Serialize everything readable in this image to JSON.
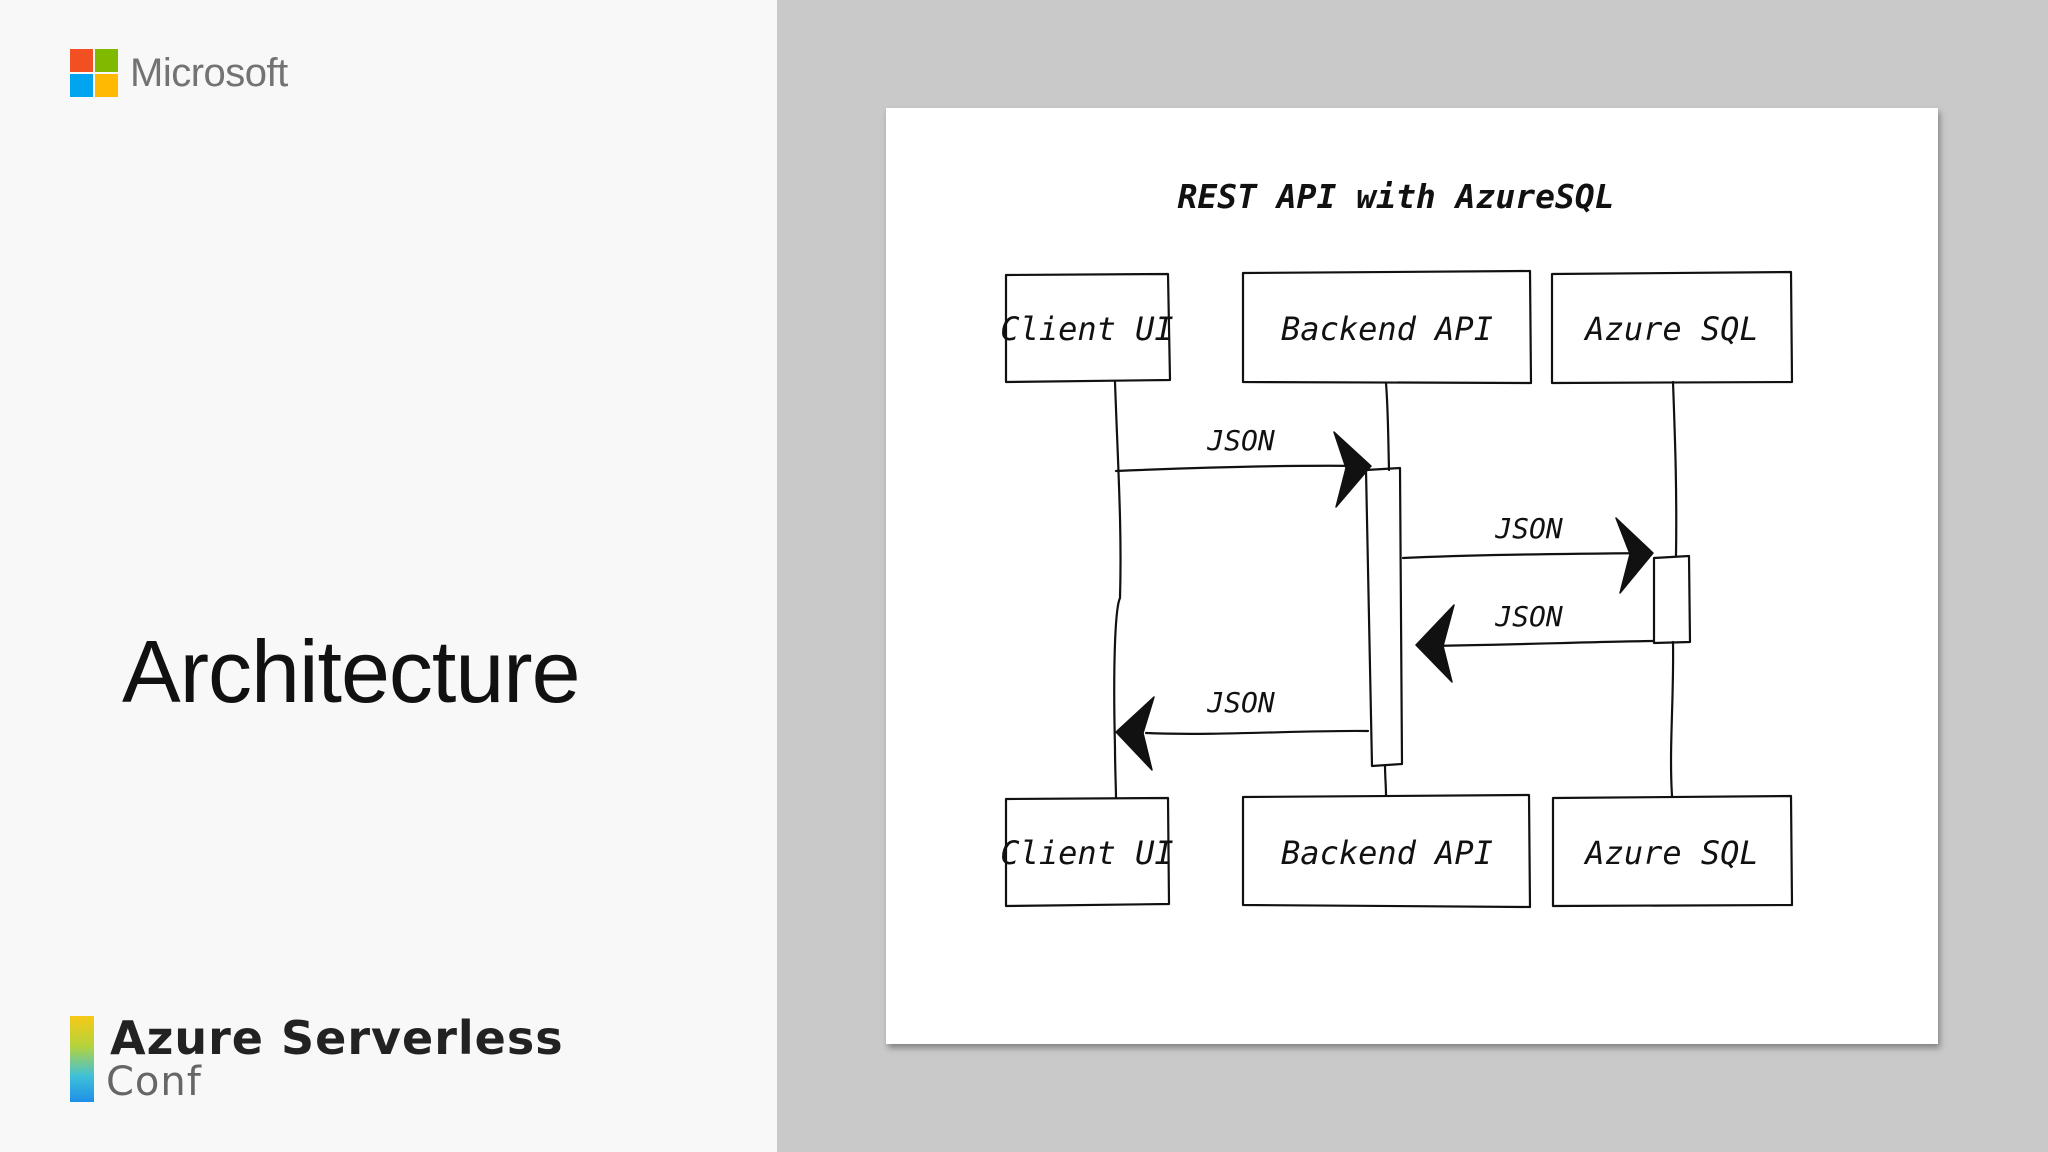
{
  "brand": {
    "company_name": "Microsoft",
    "logo_colors": [
      "#f25022",
      "#7fba00",
      "#00a4ef",
      "#ffb900"
    ]
  },
  "slide": {
    "title": "Architecture"
  },
  "conference": {
    "name_main": "Azure Serverless",
    "name_sub": "Conf"
  },
  "diagram": {
    "title": "REST API with AzureSQL",
    "participants": [
      "Client UI",
      "Backend API",
      "Azure SQL"
    ],
    "messages": [
      {
        "from": "Client UI",
        "to": "Backend API",
        "label": "JSON"
      },
      {
        "from": "Backend API",
        "to": "Azure SQL",
        "label": "JSON"
      },
      {
        "from": "Azure SQL",
        "to": "Backend API",
        "label": "JSON"
      },
      {
        "from": "Backend API",
        "to": "Client UI",
        "label": "JSON"
      }
    ]
  }
}
